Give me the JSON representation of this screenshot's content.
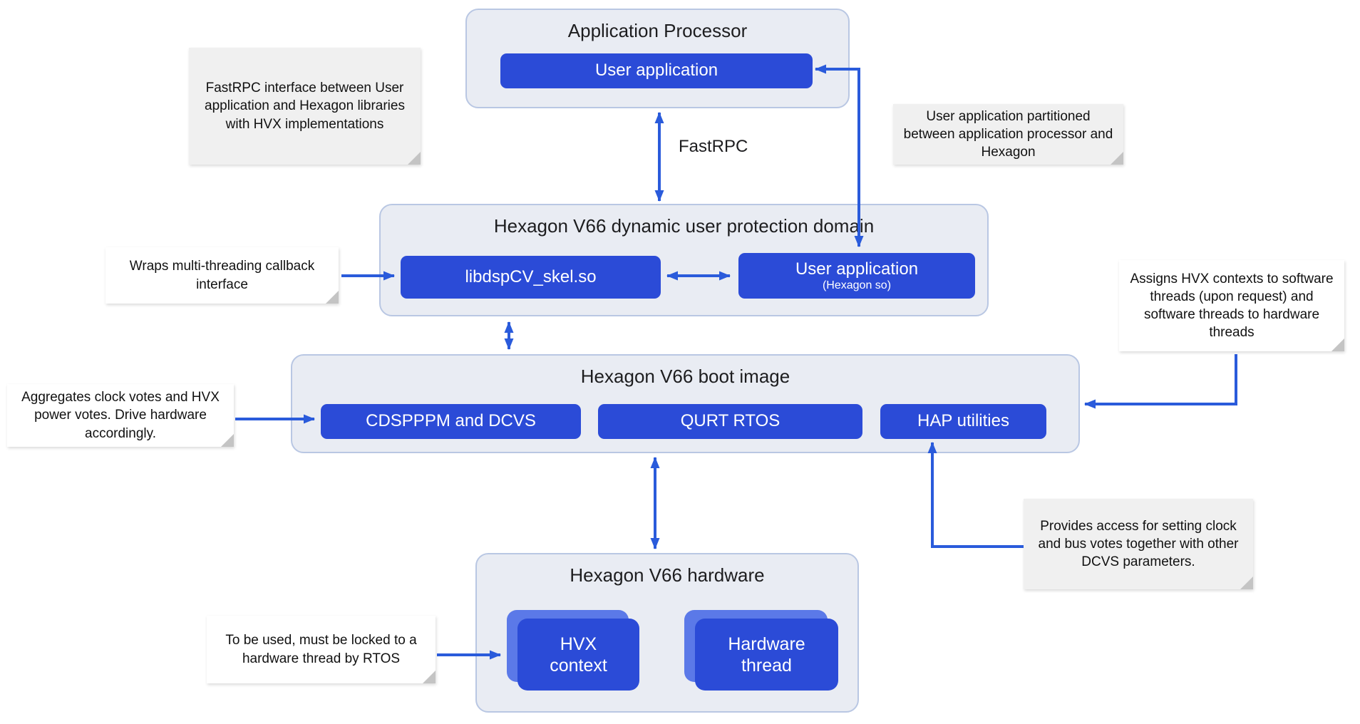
{
  "colors": {
    "node_blue": "#2b4bd7",
    "node_blue_light": "#5b79e8",
    "arrow_blue": "#2a5bdb",
    "container_bg": "#e9ecf3",
    "container_border": "#b9c7e3",
    "note_gray": "#f0f0f0",
    "note_white": "#ffffff"
  },
  "containers": {
    "app_processor": {
      "title": "Application Processor"
    },
    "protection_domain": {
      "title": "Hexagon V66 dynamic user protection domain"
    },
    "boot_image": {
      "title": "Hexagon V66 boot image"
    },
    "hardware": {
      "title": "Hexagon V66 hardware"
    }
  },
  "nodes": {
    "user_application_top": {
      "label": "User application"
    },
    "libdspcv_skel": {
      "label": "libdspCV_skel.so"
    },
    "user_application_hexagon": {
      "label": "User application",
      "sublabel": "(Hexagon so)"
    },
    "cdspppm_dcvs": {
      "label": "CDSPPPM and DCVS"
    },
    "qurt_rtos": {
      "label": "QURT RTOS"
    },
    "hap_utilities": {
      "label": "HAP utilities"
    },
    "hvx_context": {
      "label": "HVX\ncontext"
    },
    "hardware_thread": {
      "label": "Hardware\nthread"
    }
  },
  "labels": {
    "fastrpc": "FastRPC"
  },
  "notes": {
    "fastrpc_interface": {
      "text": "FastRPC interface between User application and Hexagon libraries with HVX implementations"
    },
    "partitioned": {
      "text": "User application partitioned between application processor and Hexagon"
    },
    "wraps": {
      "text": "Wraps multi-threading callback interface"
    },
    "assigns": {
      "text": "Assigns HVX contexts to software threads (upon request) and software threads to hardware threads"
    },
    "aggregates": {
      "text": "Aggregates clock votes and HVX power votes. Drive hardware accordingly."
    },
    "provides": {
      "text": "Provides access for setting clock and bus votes together with other DCVS parameters."
    },
    "locked": {
      "text": "To be used, must be locked to a hardware thread by RTOS"
    }
  }
}
